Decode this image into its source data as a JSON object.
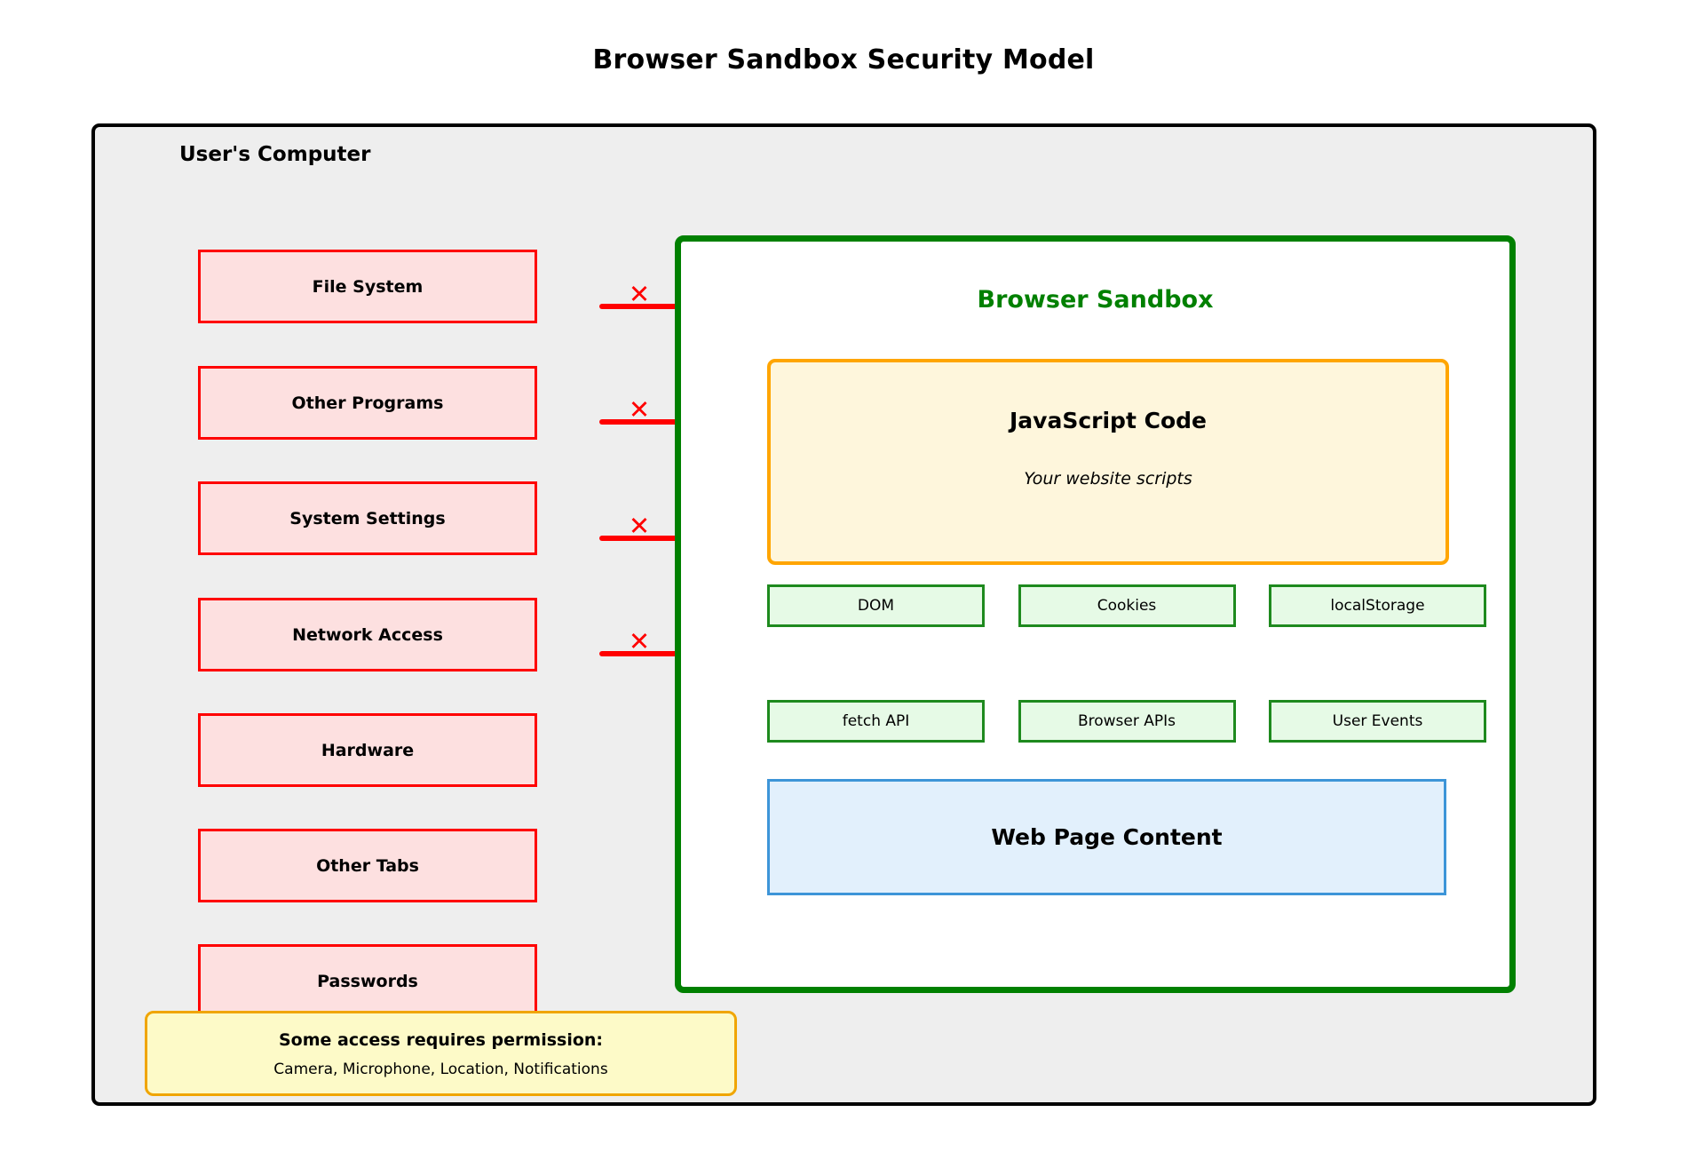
{
  "title": "Browser Sandbox Security Model",
  "computer": {
    "label": "User's Computer"
  },
  "blocked_resources": [
    {
      "label": "File System",
      "blocked": true
    },
    {
      "label": "Other Programs",
      "blocked": true
    },
    {
      "label": "System Settings",
      "blocked": true
    },
    {
      "label": "Network Access",
      "blocked": true
    },
    {
      "label": "Hardware",
      "blocked": false
    },
    {
      "label": "Other Tabs",
      "blocked": false
    },
    {
      "label": "Passwords",
      "blocked": false
    }
  ],
  "barrier": {
    "icon": "x-mark-icon",
    "glyph": "✕",
    "count": 4
  },
  "sandbox": {
    "title": "Browser Sandbox",
    "js_box": {
      "title": "JavaScript Code",
      "subtitle": "Your website scripts"
    },
    "api_row_1": [
      "DOM",
      "Cookies",
      "localStorage"
    ],
    "api_row_2": [
      "fetch API",
      "Browser APIs",
      "User Events"
    ],
    "webpage": "Web Page Content"
  },
  "permission_note": {
    "title": "Some access requires permission:",
    "items": "Camera, Microphone, Location, Notifications"
  },
  "colors": {
    "blocked_border": "#ff0000",
    "blocked_fill": "#fde0e0",
    "sandbox_border": "#008000",
    "js_border": "#ffa500",
    "js_fill": "#fef6dc",
    "api_border": "#1e8a1e",
    "api_fill": "#e6fae6",
    "webpage_border": "#3d95d8",
    "webpage_fill": "#e2f0fc",
    "note_border": "#f0a500",
    "note_fill": "#fdfac8",
    "frame_fill": "#eeeeee"
  }
}
